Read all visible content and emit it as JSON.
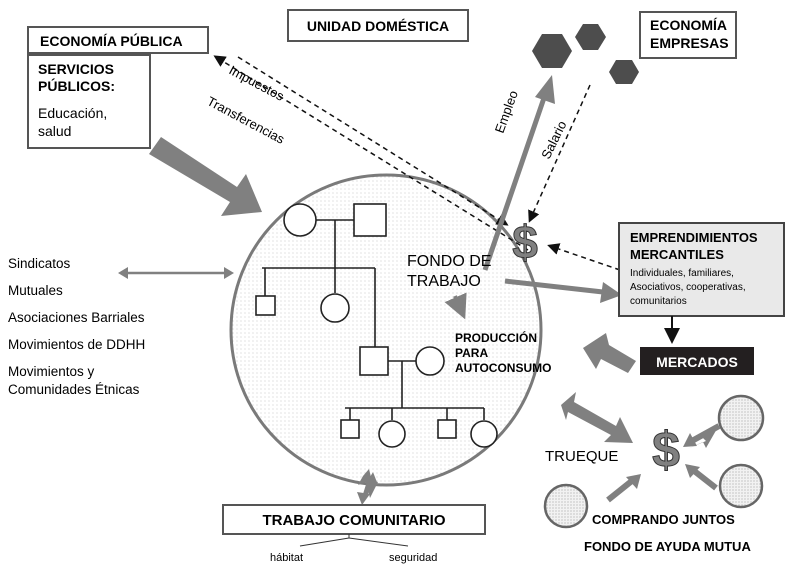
{
  "unidad_domestica": "UNIDAD DOMÉSTICA",
  "economia_publica": {
    "title": "ECONOMÍA PÚBLICA",
    "servicios_title_1": "SERVICIOS",
    "servicios_title_2": "PÚBLICOS:",
    "servicios_body_1": "Educación,",
    "servicios_body_2": "salud"
  },
  "economia_empresas": {
    "line1": "ECONOMÍA",
    "line2": "EMPRESAS"
  },
  "flows": {
    "impuestos": "Impuestos",
    "transferencias": "Transferencias",
    "empleo": "Empleo",
    "salario": "Salario"
  },
  "fondo": {
    "line1": "FONDO DE",
    "line2": "TRABAJO"
  },
  "produccion": {
    "line1": "PRODUCCIÓN",
    "line2": "PARA",
    "line3": "AUTOCONSUMO"
  },
  "emprendimientos": {
    "title1": "EMPRENDIMIENTOS",
    "title2": "MERCANTILES",
    "body1": "Individuales, familiares,",
    "body2": "Asociativos, cooperativas,",
    "body3": "comunitarios"
  },
  "mercados": "MERCADOS",
  "organizaciones": [
    "Sindicatos",
    "Mutuales",
    "Asociaciones Barriales",
    "Movimientos de DDHH",
    "Movimientos y",
    "Comunidades Étnicas"
  ],
  "trueque": "TRUEQUE",
  "comprando_juntos": "COMPRANDO JUNTOS",
  "fondo_ayuda": "FONDO DE AYUDA MUTUA",
  "trabajo_comunitario": "TRABAJO  COMUNITARIO",
  "habitat": "hábitat",
  "seguridad": "seguridad",
  "dollar": "$",
  "colors": {
    "arrow_gray": "#808080",
    "mercados_bg": "#231f20",
    "box_gray": "#e9e9e9",
    "hex_gray": "#4d4d4d"
  }
}
